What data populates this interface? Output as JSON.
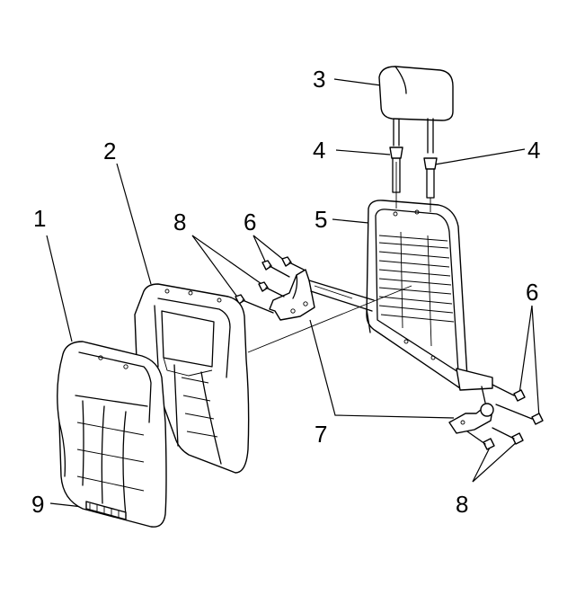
{
  "callouts": {
    "c1": "1",
    "c2": "2",
    "c3": "3",
    "c4a": "4",
    "c4b": "4",
    "c5": "5",
    "c6a": "6",
    "c6b": "6",
    "c7": "7",
    "c8a": "8",
    "c8b": "8",
    "c9": "9"
  },
  "colors": {
    "line": "#000000",
    "background": "#ffffff"
  }
}
